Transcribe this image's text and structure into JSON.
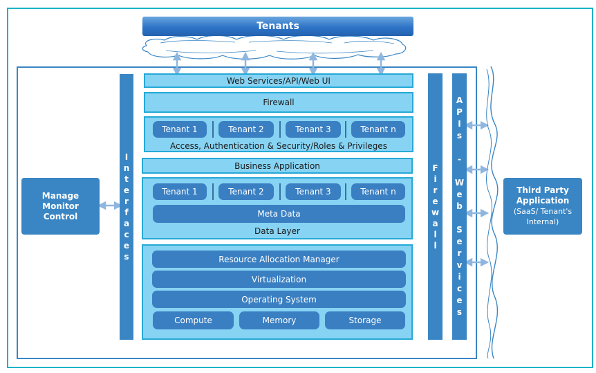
{
  "top": {
    "tenants_label": "Tenants"
  },
  "layers": {
    "web_services": "Web Services/API/Web UI",
    "firewall": "Firewall",
    "access_tenants": [
      "Tenant 1",
      "Tenant 2",
      "Tenant 3",
      "Tenant n"
    ],
    "access_caption": "Access, Authentication & Security/Roles & Privileges",
    "business": "Business Application",
    "data_tenants": [
      "Tenant 1",
      "Tenant 2",
      "Tenant 3",
      "Tenant n"
    ],
    "meta_data": "Meta Data",
    "data_layer": "Data Layer",
    "resource_manager": "Resource Allocation Manager",
    "virtualization": "Virtualization",
    "operating_system": "Operating System",
    "compute": "Compute",
    "memory": "Memory",
    "storage": "Storage"
  },
  "side_bars": {
    "interfaces": [
      "I",
      "n",
      "t",
      "e",
      "r",
      "f",
      "a",
      "c",
      "e",
      "s"
    ],
    "firewall": [
      "F",
      "i",
      "r",
      "e",
      "w",
      "a",
      "l",
      "l"
    ],
    "apis_web_services": [
      "A",
      "P",
      "I",
      "s",
      "",
      "-",
      "",
      "W",
      "e",
      "b",
      "",
      "S",
      "e",
      "r",
      "v",
      "i",
      "c",
      "e",
      "s"
    ]
  },
  "left_box": {
    "line1": "Manage",
    "line2": "Monitor",
    "line3": "Control"
  },
  "right_box": {
    "line1": "Third Party",
    "line2": "Application",
    "line3": "(SaaS/ Tenant's",
    "line4": "Internal)"
  },
  "colors": {
    "frame": "#19b3c8",
    "dark_blue": "#3a86c4",
    "light_blue": "#87d3f3",
    "border_blue": "#25a9d6"
  }
}
